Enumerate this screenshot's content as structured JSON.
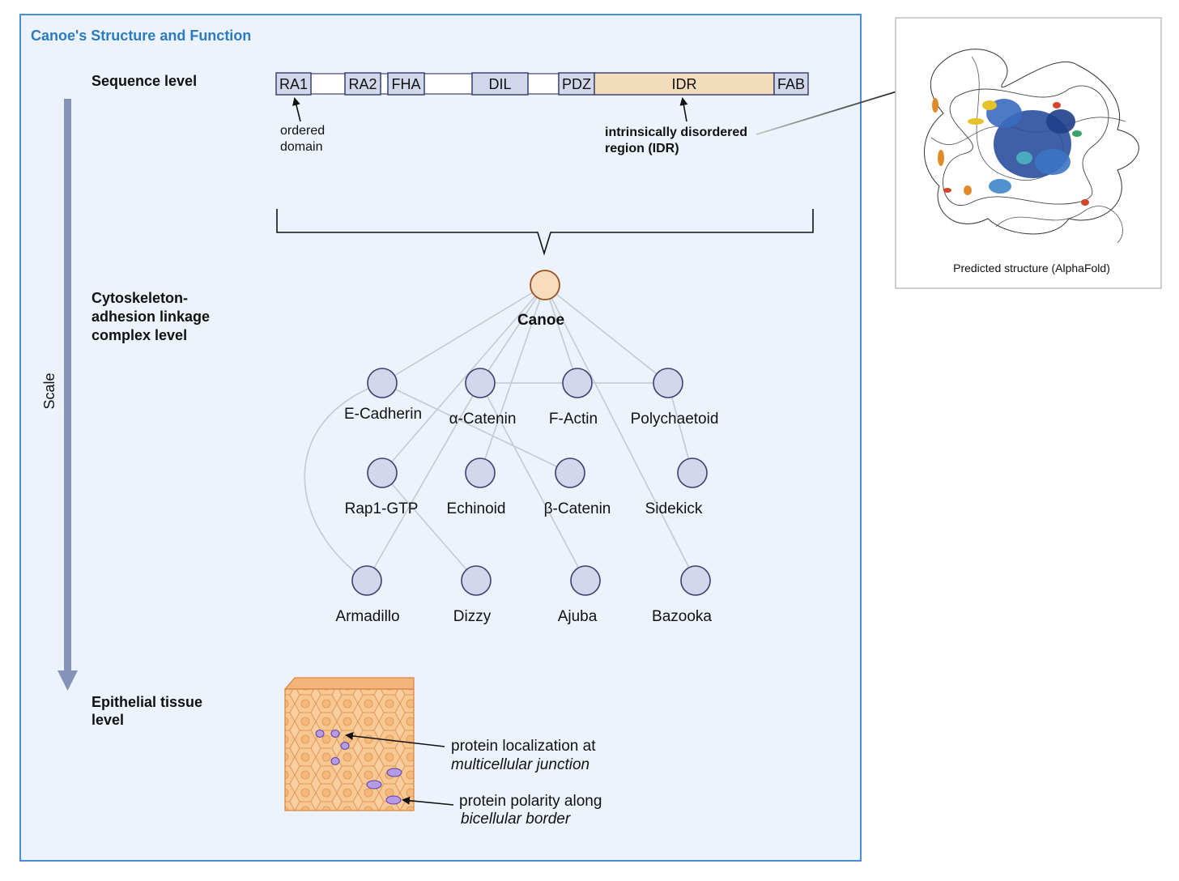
{
  "title": "Canoe's Structure and Function",
  "levels": {
    "sequence": "Sequence level",
    "complex_1": "Cytoskeleton-",
    "complex_2": "adhesion linkage",
    "complex_3": "complex level",
    "tissue_1": "Epithelial tissue",
    "tissue_2": "level"
  },
  "scale_label": "Scale",
  "domains": [
    "RA1",
    "RA2",
    "FHA",
    "DIL",
    "PDZ",
    "IDR",
    "FAB"
  ],
  "annotations": {
    "ordered_1": "ordered",
    "ordered_2": "domain",
    "idr_1": "intrinsically disordered",
    "idr_2": "region (IDR)"
  },
  "structure_caption": "Predicted structure (AlphaFold)",
  "network": {
    "center": "Canoe",
    "nodes": {
      "ecad": "E-Cadherin",
      "acat": "α-Catenin",
      "factin": "F-Actin",
      "polych": "Polychaetoid",
      "rap1": "Rap1-GTP",
      "echinoid": "Echinoid",
      "bcat": "β-Catenin",
      "sidekick": "Sidekick",
      "armadillo": "Armadillo",
      "dizzy": "Dizzy",
      "ajuba": "Ajuba",
      "bazooka": "Bazooka"
    }
  },
  "tissue": {
    "loc_1": "protein localization at",
    "loc_2": "multicellular junction",
    "pol_1": "protein polarity along",
    "pol_2": "bicellular border"
  },
  "colors": {
    "panel_border": "#4a8fd3",
    "panel_fill": "#edf3fc",
    "title": "#2b7bbf",
    "node_fill": "#d3d7ec",
    "canoe_fill": "#f7dcbd",
    "idr_fill": "#f2dcbc",
    "scale_arrow": "#8593b8",
    "tissue_fill": "#f9cfa0",
    "protein_fill": "#b59ae6"
  }
}
